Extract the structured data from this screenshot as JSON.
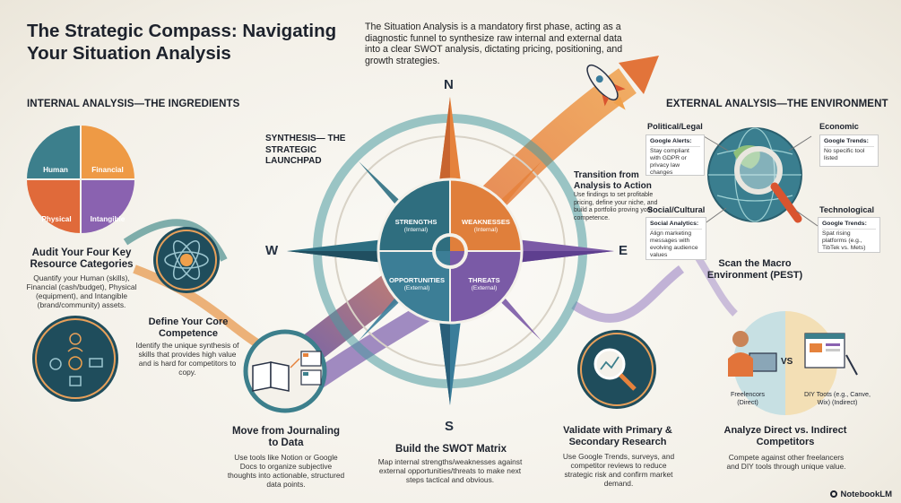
{
  "title": "The Strategic Compass: Navigating Your Situation Analysis",
  "intro": "The Situation Analysis is a mandatory first phase, acting as a diagnostic funnel to synthesize raw internal and external data into a clear SWOT analysis, dictating pricing, positioning, and growth strategies.",
  "internal": {
    "heading": "INTERNAL ANALYSIS—THE INGREDIENTS",
    "quadrants": [
      "Human",
      "Financial",
      "Physical",
      "Intangible"
    ],
    "audit_title": "Audit Your Four Key Resource Categories",
    "audit_text": "Quantify your Human (skills), Financial (cash/budget), Physical (equipment), and Intangible (brand/community) assets.",
    "core_title": "Define Your Core Competence",
    "core_text": "Identify the unique synthesis of skills that provides high value and is hard for competitors to copy.",
    "journal_title": "Move from Journaling to Data",
    "journal_text": "Use tools like Notion or Google Docs to organize subjective thoughts into actionable, structured data points."
  },
  "center": {
    "synthesis": "SYNTHESIS— THE STRATEGIC LAUNCHPAD",
    "directions": {
      "n": "N",
      "s": "S",
      "e": "E",
      "w": "W"
    },
    "quadrants": [
      {
        "title": "STRENGTHS",
        "sub": "(Internal)"
      },
      {
        "title": "WEAKNESSES",
        "sub": "(Internal)"
      },
      {
        "title": "OPPORTUNITIES",
        "sub": "(External)"
      },
      {
        "title": "THREATS",
        "sub": "(External)"
      }
    ],
    "swot_title": "Build the SWOT Matrix",
    "swot_text": "Map internal strengths/weaknesses against external opportunities/threats to make next steps tactical and obvious.",
    "transition_title": "Transition from Analysis to Action",
    "transition_text": "Use findings to set profitable pricing, define your niche, and build a portfolio proving your competence."
  },
  "external": {
    "heading": "EXTERNAL ANALYSIS—THE ENVIRONMENT",
    "political": {
      "heading": "Political/Legal",
      "box_title": "Google Alerts:",
      "box_text": "Stay compliant with GDPR or privacy law changes"
    },
    "economic": {
      "heading": "Economic",
      "box_title": "Google Trends:",
      "box_text": "No specific tool listed"
    },
    "social": {
      "heading": "Social/Cultural",
      "box_title": "Social Analytics:",
      "box_text": "Align marketing messages with evolving audience values"
    },
    "technological": {
      "heading": "Technological",
      "box_title": "Google Trends:",
      "box_text": "Spat rising platforms (e.g., TibTek vs. Mets)"
    },
    "pest_title": "Scan the Macro Environment (PEST)",
    "validate_title": "Validate with Primary & Secondary Research",
    "validate_text": "Use Google Trends, surveys, and competitor reviews to reduce strategic risk and confirm market demand.",
    "vs": "VS",
    "freelancer_label": "Freelencors (Direct)",
    "diy_label": "DIY Toots (e.g., Canve, Wix) (Indirect)",
    "competitors_title": "Analyze Direct vs. Indirect Competitors",
    "competitors_text": "Compete against other freelancers and DIY tools through unique value."
  },
  "brand": "NotebookLM",
  "colors": {
    "teal": "#2e7d8c",
    "orange": "#e58a3c",
    "purple": "#7b5aa6",
    "navy": "#243a55",
    "red": "#d9542f"
  }
}
